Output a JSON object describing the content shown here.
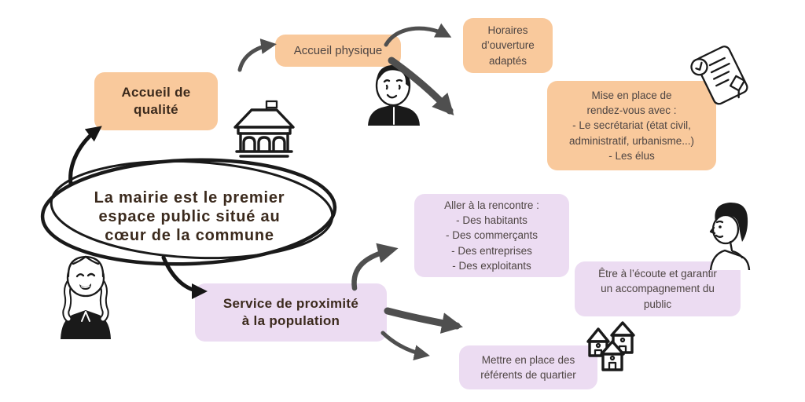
{
  "colors": {
    "background": "#ffffff",
    "orange_box": "#F9C99C",
    "purple_box": "#ECDCF2",
    "heading_text": "#3B2A1D",
    "body_text": "#4E4543",
    "arrow_black": "#161616",
    "arrow_gray": "#4F4F4F",
    "line_art": "#1A1A1A"
  },
  "central_node": {
    "text": "La mairie est le premier\nespace public situé au\ncœur de la commune"
  },
  "branch_accueil": {
    "root_label": "Accueil de\nqualité",
    "physique_label": "Accueil physique",
    "horaires_label": "Horaires\nd’ouverture\nadaptés",
    "rdv_label": "Mise en place de\nrendez-vous avec :\n- Le secrétariat (état civil,\nadministratif, urbanisme...)\n- Les élus"
  },
  "branch_service": {
    "root_label": "Service de proximité\nà la population",
    "rencontre_label": "Aller à la rencontre :\n- Des habitants\n- Des commerçants\n- Des entreprises\n- Des exploitants",
    "ecoute_label": "Être à l’écoute et garantir\nun accompagnement du\npublic",
    "referents_label": "Mettre en place des\nréférents de quartier"
  },
  "icons": {
    "town_hall": "town-hall-building-icon",
    "receptionist": "receptionist-man-icon",
    "stamped_document": "stamped-document-icon",
    "woman_braids": "woman-with-braids-icon",
    "man_profile": "man-profile-icon",
    "houses": "neighborhood-houses-icon"
  }
}
